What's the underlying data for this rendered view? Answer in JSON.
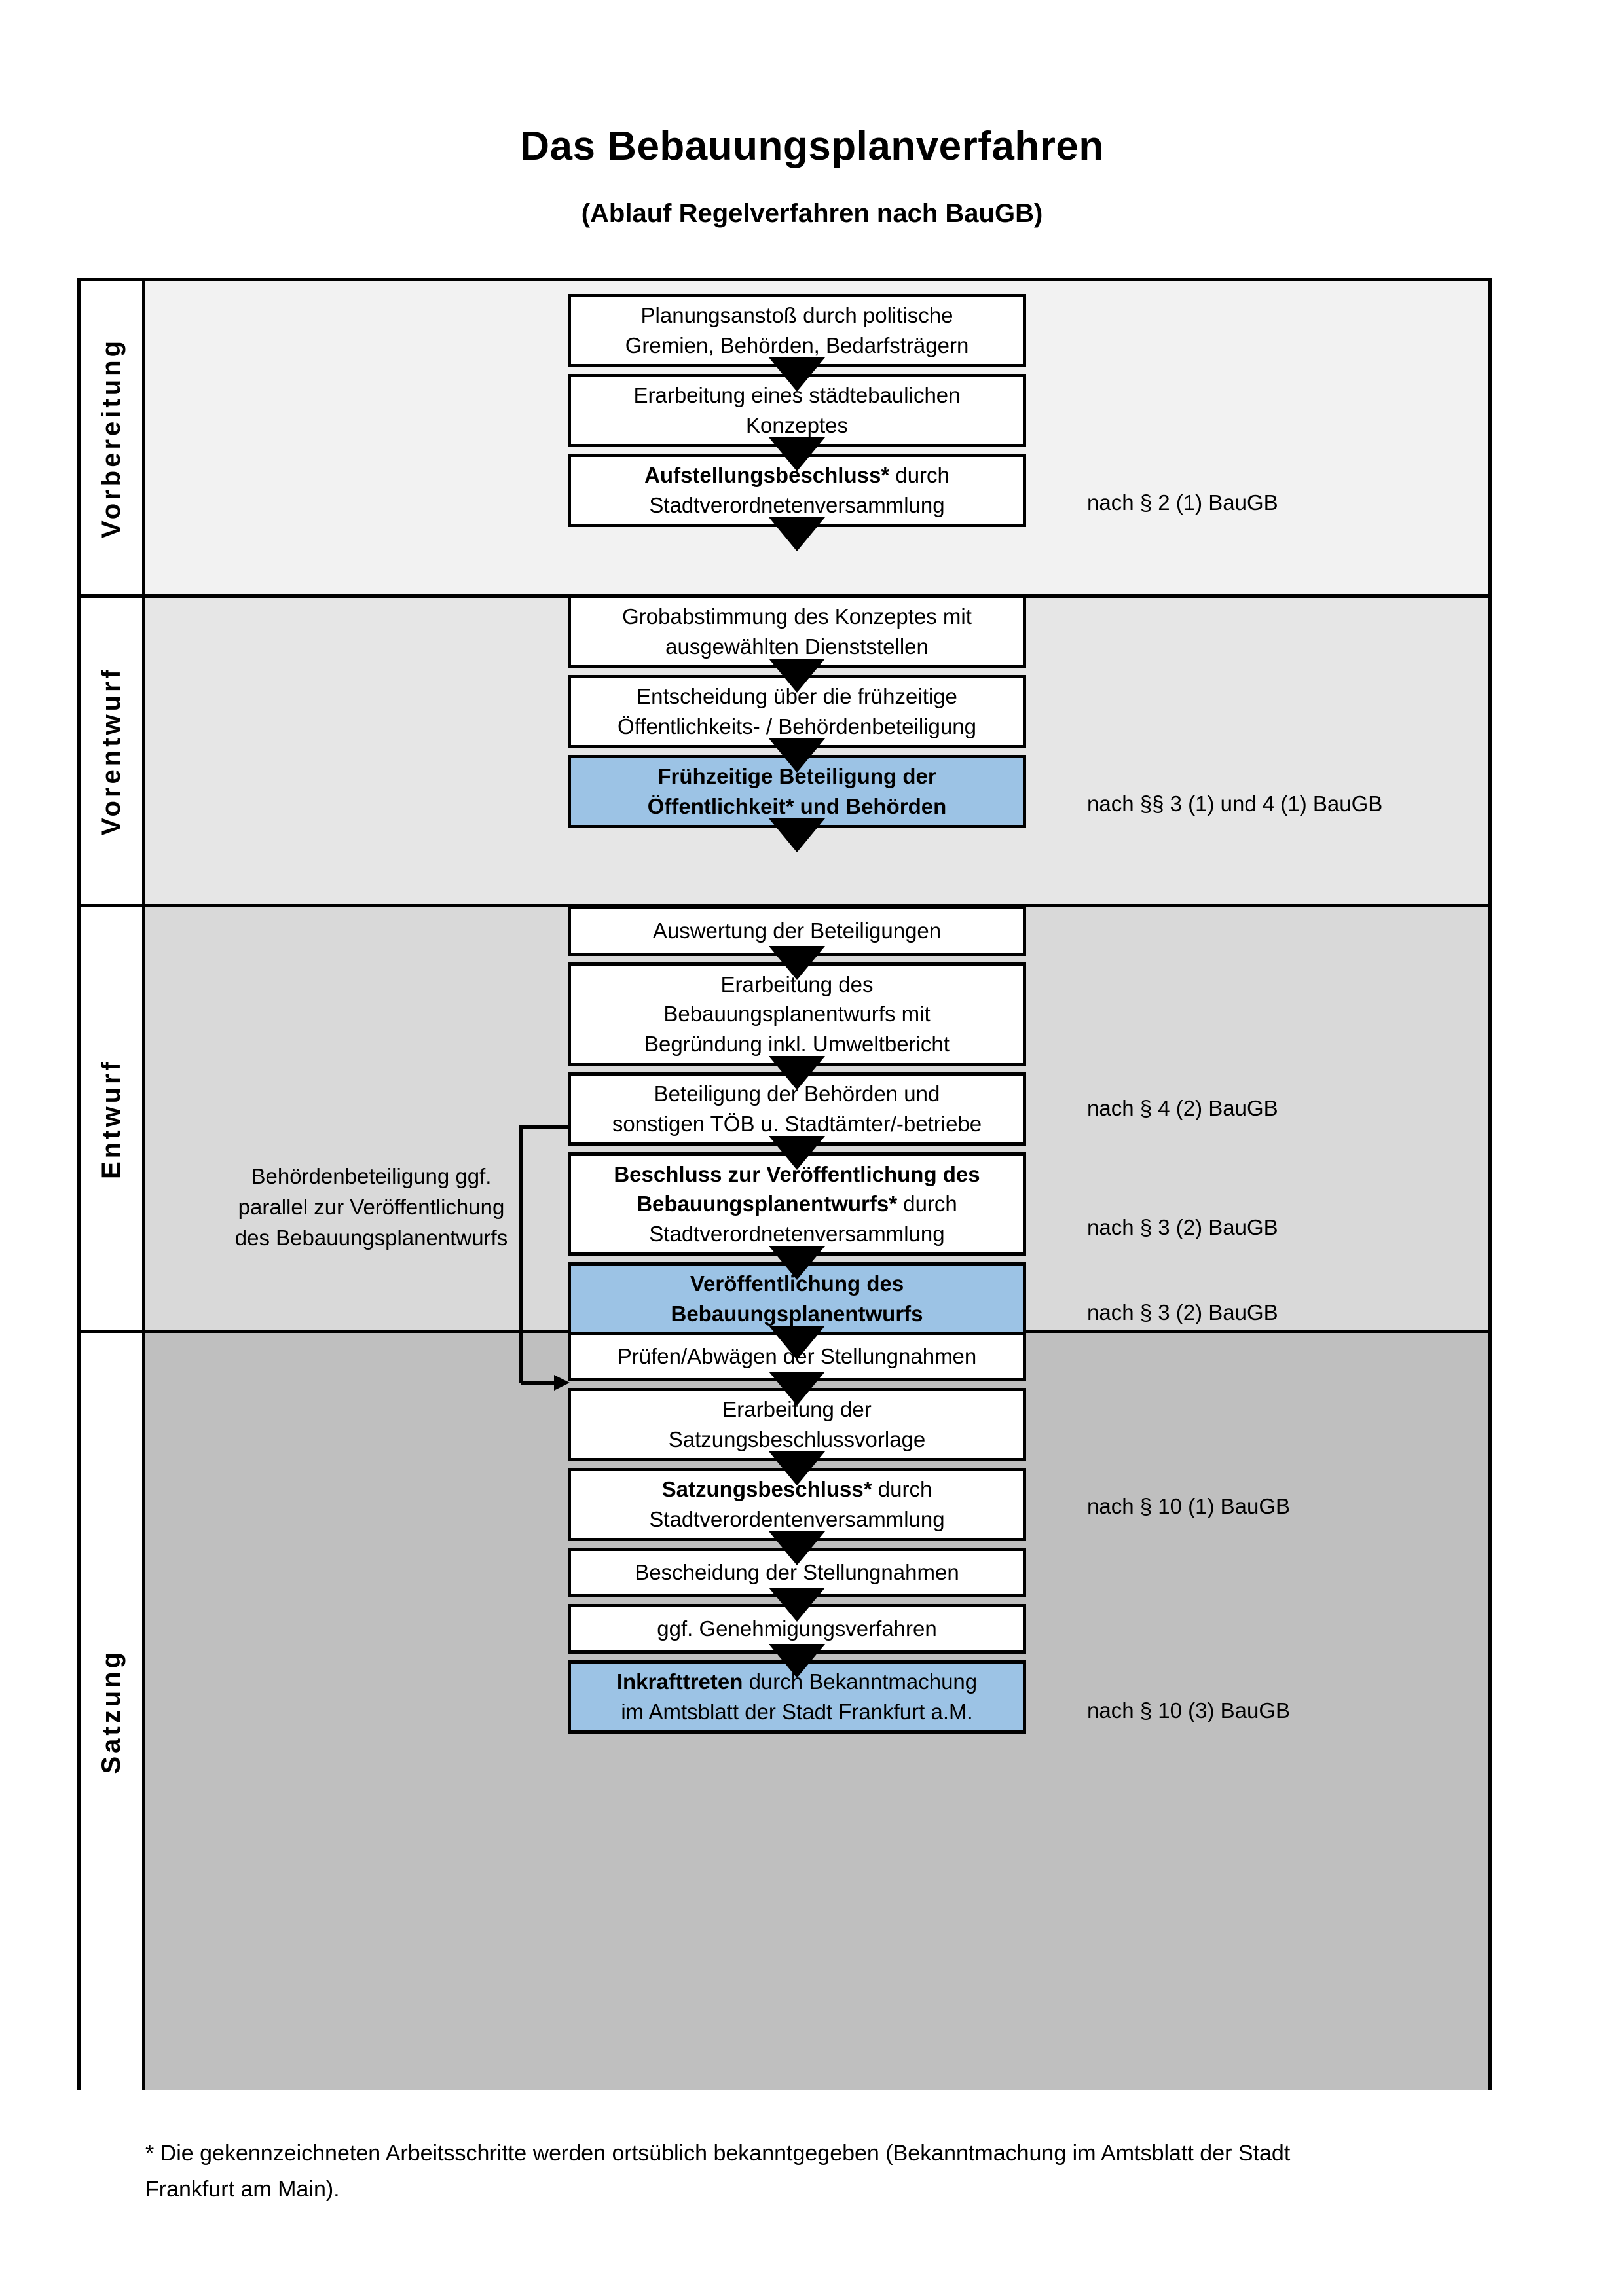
{
  "header": {
    "title": "Das Bebauungsplanverfahren",
    "subtitle": "(Ablauf Regelverfahren nach BauGB)"
  },
  "phases": [
    {
      "label": "Vorbereitung",
      "background": "#F2F2F2",
      "steps": [
        {
          "text": "Planungsanstoß durch politische Gremien, Behörden, Bedarfsträgern",
          "bold_prefix": "",
          "highlight": false
        },
        {
          "text": "Erarbeitung eines städtebaulichen Konzeptes",
          "bold_prefix": "",
          "highlight": false
        },
        {
          "text": "Stadtverordnetenversammlung",
          "bold_prefix": "Aufstellungsbeschluss*",
          "mid": " durch",
          "highlight": false
        }
      ],
      "legal_refs": [
        "nach § 2 (1) BauGB"
      ]
    },
    {
      "label": "Vorentwurf",
      "background": "#E6E6E6",
      "steps": [
        {
          "text": "Grobabstimmung des Konzeptes mit ausgewählten Dienststellen",
          "bold_prefix": "",
          "highlight": false
        },
        {
          "text": "Entscheidung über die frühzeitige Öffentlichkeits- / Behördenbeteiligung",
          "bold_prefix": "",
          "highlight": false
        },
        {
          "text": "Frühzeitige Beteiligung der Öffentlichkeit* und Behörden",
          "bold_prefix": "",
          "highlight": true
        }
      ],
      "legal_refs": [
        "nach §§ 3 (1) und 4 (1) BauGB"
      ]
    },
    {
      "label": "Entwurf",
      "background": "#D9D9D9",
      "sidenote": "Behördenbeteiligung ggf. parallel zur Veröffentlichung des Bebauungsplanentwurfs",
      "steps": [
        {
          "text": "Auswertung der Beteiligungen",
          "bold_prefix": "",
          "highlight": false
        },
        {
          "text": "Erarbeitung des Bebauungsplanentwurfs mit Begründung inkl. Umweltbericht",
          "bold_prefix": "",
          "highlight": false
        },
        {
          "text": "Beteiligung der Behörden und sonstigen TÖB u. Stadtämter/-betriebe",
          "bold_prefix": "",
          "highlight": false
        },
        {
          "text": "Stadtverordnetenversammlung",
          "bold_prefix": "Beschluss zur Veröffentlichung des Bebauungsplanentwurfs*",
          "mid": " durch",
          "highlight": false
        },
        {
          "text": "Veröffentlichung des Bebauungsplanentwurfs",
          "bold_prefix": "",
          "highlight": true
        }
      ],
      "legal_refs": [
        "nach § 4 (2) BauGB",
        "nach § 3 (2) BauGB",
        "nach § 3 (2) BauGB"
      ]
    },
    {
      "label": "Satzung",
      "background": "#BFBFBF",
      "steps": [
        {
          "text": "Prüfen/Abwägen der Stellungnahmen",
          "bold_prefix": "",
          "highlight": false
        },
        {
          "text": "Erarbeitung der Satzungsbeschlussvorlage",
          "bold_prefix": "",
          "highlight": false
        },
        {
          "text": "Stadtverordentenversammlung",
          "bold_prefix": "Satzungsbeschluss*",
          "mid": " durch",
          "highlight": false
        },
        {
          "text": "Bescheidung der Stellungnahmen",
          "bold_prefix": "",
          "highlight": false
        },
        {
          "text": "ggf. Genehmigungsverfahren",
          "bold_prefix": "",
          "highlight": false
        },
        {
          "text": "durch Bekanntmachung im Amtsblatt der Stadt Frankfurt a.M.",
          "bold_prefix": "Inkrafttreten",
          "mid": " ",
          "highlight": true
        }
      ],
      "legal_refs": [
        "nach § 10 (1) BauGB",
        "nach § 10 (3) BauGB"
      ]
    }
  ],
  "steps_text": {
    "s1_l1": "Planungsanstoß durch politische",
    "s1_l2": "Gremien, Behörden, Bedarfsträgern",
    "s2_l1": "Erarbeitung eines städtebaulichen",
    "s2_l2": "Konzeptes",
    "s3_b": "Aufstellungsbeschluss*",
    "s3_r": " durch",
    "s3_l2": "Stadtverordnetenversammlung",
    "s4_l1": "Grobabstimmung des Konzeptes mit",
    "s4_l2": "ausgewählten Dienststellen",
    "s5_l1": "Entscheidung über die frühzeitige",
    "s5_l2": "Öffentlichkeits- / Behördenbeteiligung",
    "s6_l1": "Frühzeitige Beteiligung der",
    "s6_l2": "Öffentlichkeit* und Behörden",
    "s7_l1": "Auswertung der Beteiligungen",
    "s8_l1": "Erarbeitung des",
    "s8_l2": "Bebauungsplanentwurfs mit",
    "s8_l3": "Begründung inkl. Umweltbericht",
    "s9_l1": "Beteiligung der Behörden und",
    "s9_l2": "sonstigen TÖB u. Stadtämter/-betriebe",
    "s10_b1": "Beschluss zur Veröffentlichung des",
    "s10_b2": "Bebauungsplanentwurfs*",
    "s10_r": " durch",
    "s10_l3": "Stadtverordnetenversammlung",
    "s11_l1": "Veröffentlichung des",
    "s11_l2": "Bebauungsplanentwurfs",
    "s12_l1": "Prüfen/Abwägen der Stellungnahmen",
    "s13_l1": "Erarbeitung der",
    "s13_l2": "Satzungsbeschlussvorlage",
    "s14_b": "Satzungsbeschluss*",
    "s14_r": " durch",
    "s14_l2": "Stadtverordentenversammlung",
    "s15_l1": "Bescheidung der Stellungnahmen",
    "s16_l1": "ggf. Genehmigungsverfahren",
    "s17_b": "Inkrafttreten",
    "s17_r": " durch Bekanntmachung",
    "s17_l2": "im Amtsblatt der Stadt Frankfurt a.M."
  },
  "sidenote": {
    "l1": "Behördenbeteiligung",
    "l2": "ggf. parallel zur",
    "l3": "Veröffentlichung des",
    "l4": "Bebauungsplanentwurfs"
  },
  "legal_refs": {
    "r1": "nach § 2 (1) BauGB",
    "r2": "nach §§ 3 (1) und 4 (1) BauGB",
    "r3": "nach § 4 (2) BauGB",
    "r4": "nach § 3 (2) BauGB",
    "r5": "nach § 3 (2) BauGB",
    "r6": "nach § 10 (1) BauGB",
    "r7": "nach § 10 (3) BauGB"
  },
  "footnote": {
    "l1": "* Die gekennzeichneten Arbeitsschritte werden ortsüblich bekanntgegeben (Bekanntmachung im Amtsblatt  der Stadt",
    "l2": "Frankfurt am Main)."
  },
  "colors": {
    "highlight": "#9CC3E5",
    "band1": "#F2F2F2",
    "band2": "#E6E6E6",
    "band3": "#D9D9D9",
    "band4": "#BFBFBF",
    "stroke": "#000000"
  }
}
